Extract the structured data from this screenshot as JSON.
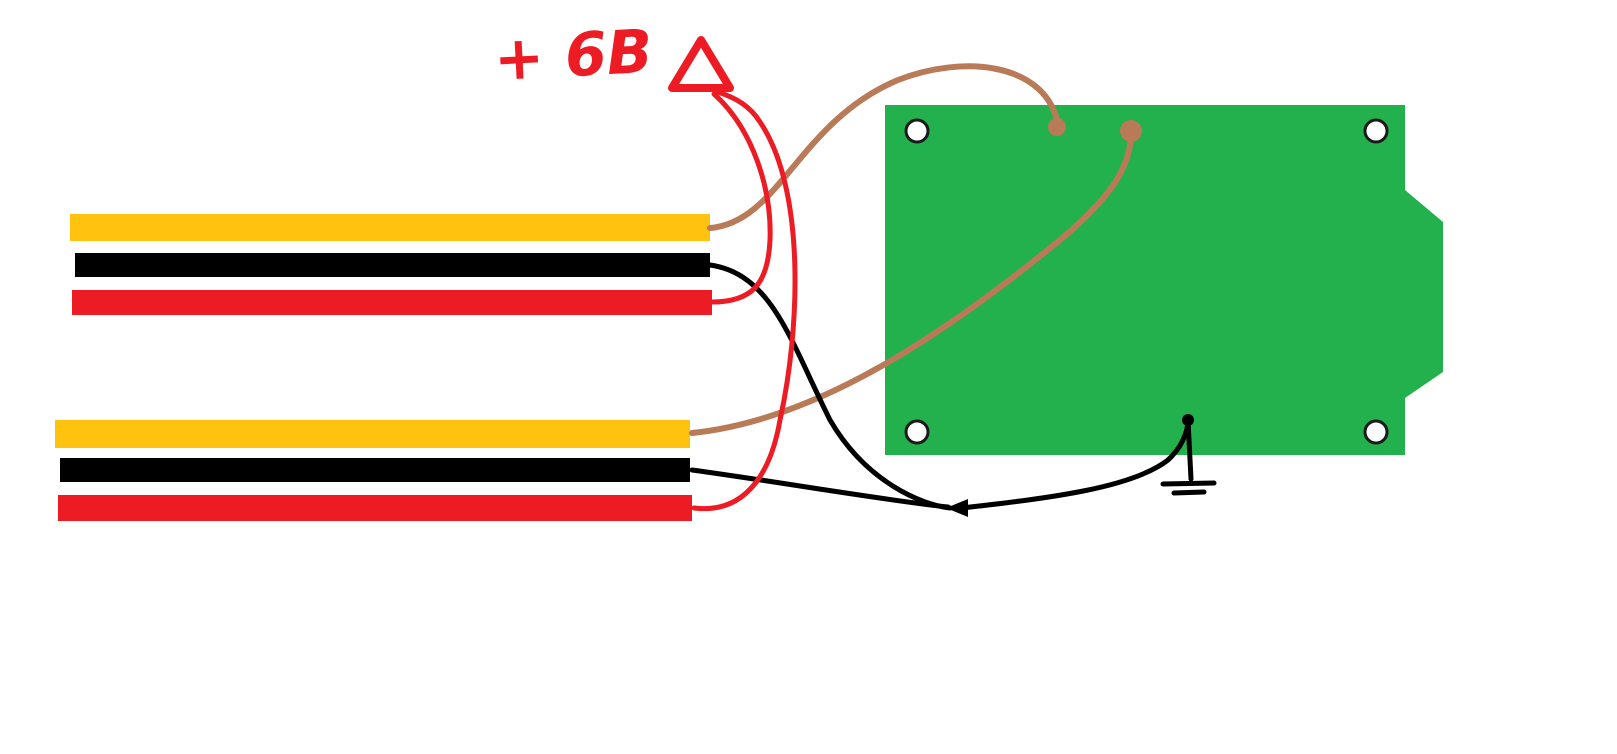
{
  "title": "Hand-drawn wiring diagram sketch",
  "label_power": "+ 6В",
  "colors": {
    "red": "#ed1c24",
    "yellow": "#ffc20e",
    "black": "#000000",
    "green": "#22b14c",
    "brown": "#b97a57",
    "white": "#ffffff",
    "hole_stroke": "#1a1a1a"
  },
  "components": {
    "cable_top": {
      "wires": [
        "yellow",
        "black",
        "red"
      ]
    },
    "cable_bottom": {
      "wires": [
        "yellow",
        "black",
        "red"
      ]
    },
    "board": {
      "kind": "green-pcb",
      "mounting_holes": 4,
      "solder_pads": 2
    },
    "power_arrow": "up-arrow",
    "ground_symbol": "earth-ground"
  }
}
